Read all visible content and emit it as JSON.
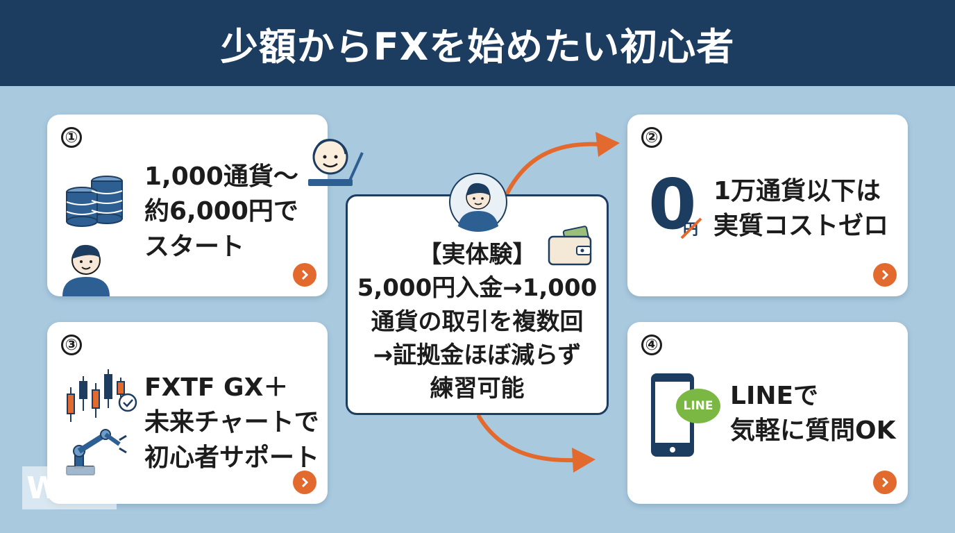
{
  "title": "少額からFXを始めたい初心者",
  "cards": [
    {
      "number": "①",
      "lines": [
        "1,000通貨〜",
        "約6,000円で",
        "スタート"
      ]
    },
    {
      "number": "②",
      "big_zero": "0",
      "yen": "円",
      "lines": [
        "1万通貨以下は",
        "実質コストゼロ"
      ]
    },
    {
      "number": "③",
      "lines": [
        "FXTF GX＋",
        "未来チャートで",
        "初心者サポート"
      ]
    },
    {
      "number": "④",
      "line_badge": "LINE",
      "lines": [
        "LINEで",
        "気軽に質問OK"
      ]
    }
  ],
  "center": {
    "lines": [
      "【実体験】",
      "5,000円入金→1,000",
      "通貨の取引を複数回",
      "→証拠金ほぼ減らず",
      "練習可能"
    ]
  },
  "watermark": "WOZ",
  "colors": {
    "header": "#1d3d60",
    "background": "#a9c9df",
    "accent": "#e36a2e",
    "line_green": "#7bb843"
  },
  "icons": [
    "coin-stack-icon",
    "person-icon",
    "laptop-person-icon",
    "wallet-icon",
    "candlestick-chart-icon",
    "robot-arm-icon",
    "smartphone-icon",
    "chevron-right-icon",
    "arrow-icon"
  ]
}
